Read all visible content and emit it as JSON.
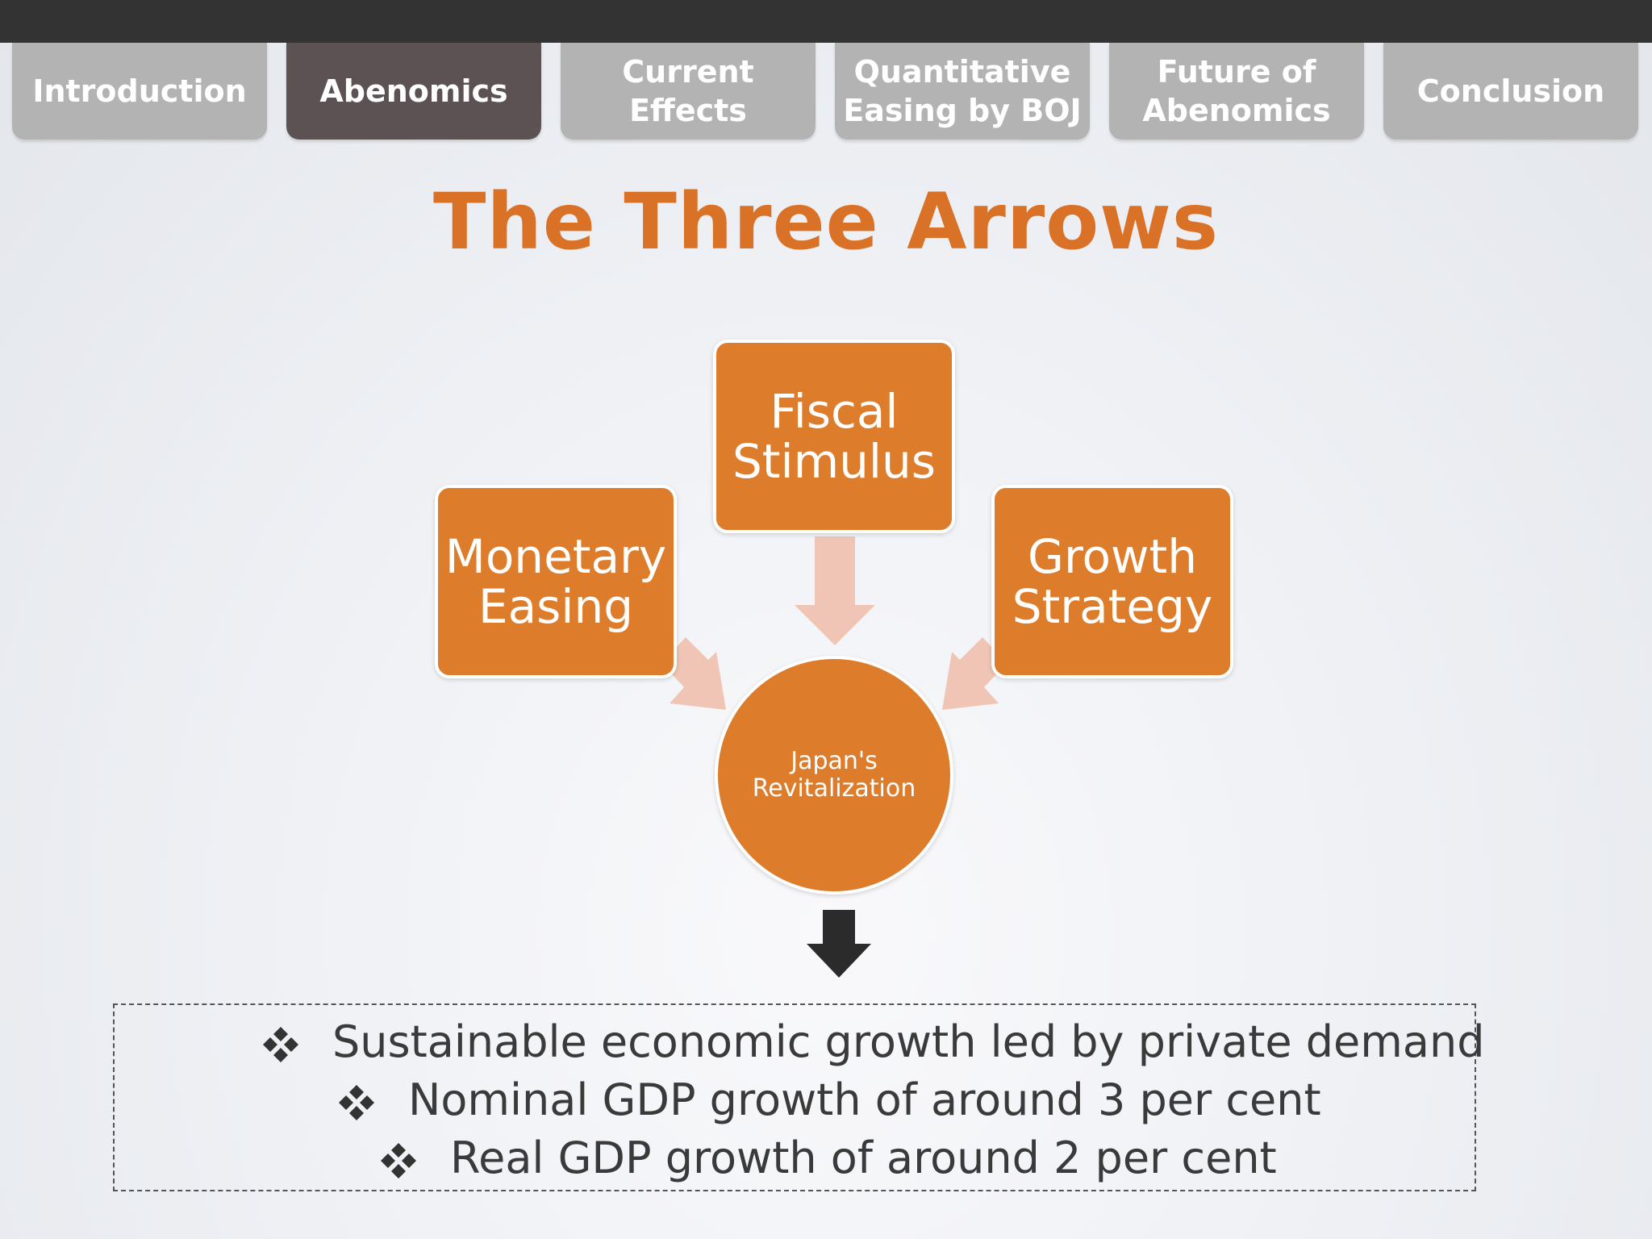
{
  "nav": {
    "tabs": [
      {
        "label": "Introduction",
        "active": false
      },
      {
        "label": "Abenomics",
        "active": true
      },
      {
        "label": "Current Effects",
        "active": false
      },
      {
        "label": "Quantitative Easing by BOJ",
        "active": false
      },
      {
        "label": "Future of Abenomics",
        "active": false
      },
      {
        "label": "Conclusion",
        "active": false
      }
    ]
  },
  "slide": {
    "title": "The Three Arrows",
    "boxes": {
      "fiscal": "Fiscal Stimulus",
      "monetary": "Monetary Easing",
      "growth": "Growth Strategy"
    },
    "center": "Japan's Revitalization",
    "goals": [
      "Sustainable economic growth led by private demand",
      "Nominal GDP growth of around 3 per cent",
      "Real GDP growth of around 2 per cent"
    ]
  },
  "colors": {
    "accent": "#dd7d2b",
    "title": "#d97126",
    "tab_inactive": "#b3b3b3",
    "tab_active": "#5c5254",
    "connector": "#f0c5b5",
    "top_bar": "#333333"
  }
}
